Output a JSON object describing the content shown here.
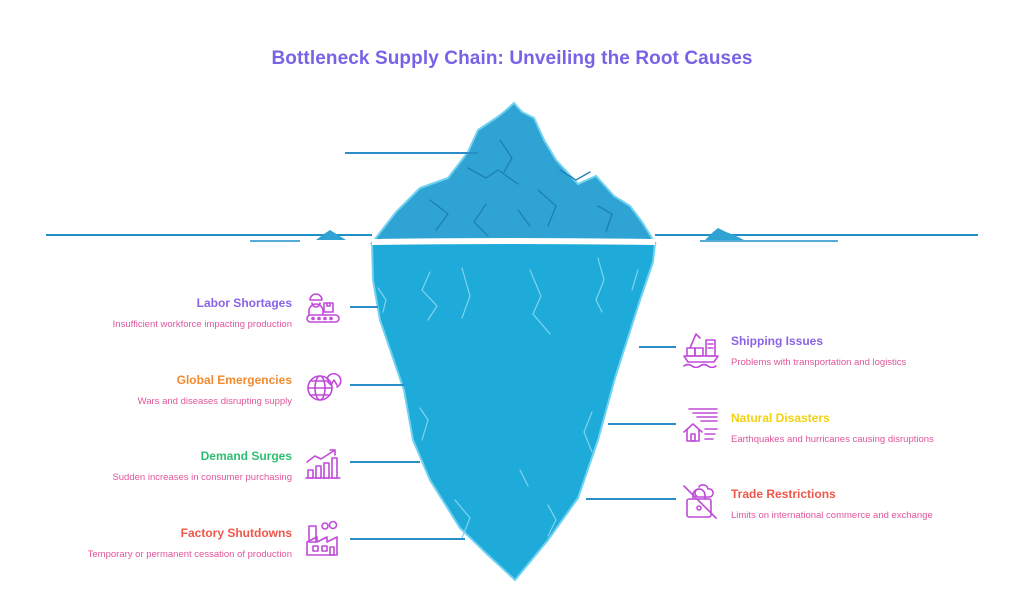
{
  "title": "Bottleneck Supply Chain: Unveiling the Root Causes",
  "colors": {
    "title": "#7a62e6",
    "iceberg_top": "#2fa3d4",
    "iceberg_bottom": "#1fabd9",
    "iceberg_edge": "#6fd2f0",
    "water": "#1e90c8",
    "leader": "#2a8fc6",
    "icon": "#c14bd8",
    "description": "#e0559b"
  },
  "left_items": [
    {
      "title": "Labor Shortages",
      "description": "Insufficient workforce impacting production",
      "title_color": "#8a63e8",
      "icon": "factory-worker-icon"
    },
    {
      "title": "Global Emergencies",
      "description": "Wars and diseases disrupting supply",
      "title_color": "#f28a2e",
      "icon": "globe-alert-icon"
    },
    {
      "title": "Demand Surges",
      "description": "Sudden increases in consumer purchasing",
      "title_color": "#2fbf73",
      "icon": "rising-chart-icon"
    },
    {
      "title": "Factory Shutdowns",
      "description": "Temporary or permanent cessation of production",
      "title_color": "#f0564a",
      "icon": "factory-icon"
    }
  ],
  "right_items": [
    {
      "title": "Shipping Issues",
      "description": "Problems with transportation and logistics",
      "title_color": "#8a63e8",
      "icon": "cargo-ship-icon"
    },
    {
      "title": "Natural Disasters",
      "description": "Earthquakes and hurricanes causing disruptions",
      "title_color": "#f2d20f",
      "icon": "house-storm-icon"
    },
    {
      "title": "Trade Restrictions",
      "description": "Limits on international commerce and exchange",
      "title_color": "#f0564a",
      "icon": "restricted-trade-icon"
    }
  ]
}
